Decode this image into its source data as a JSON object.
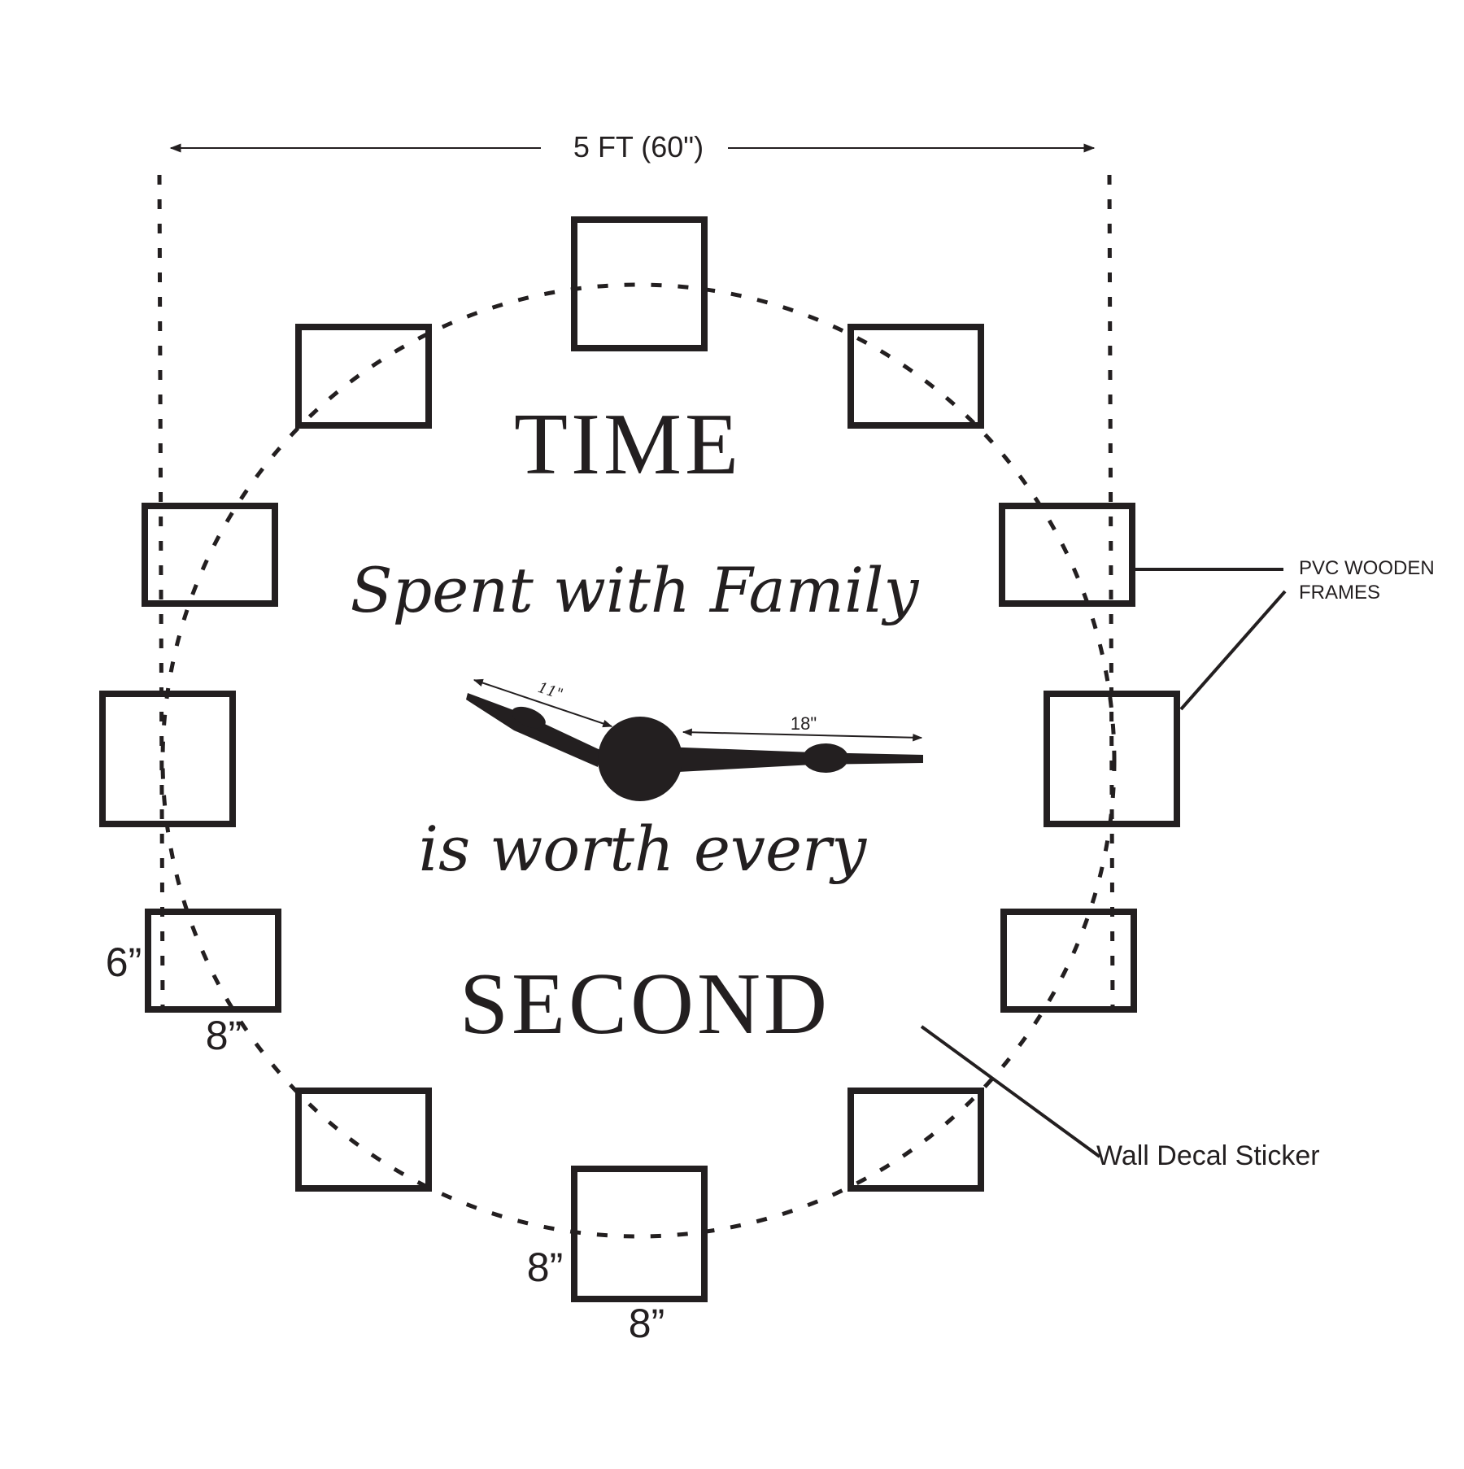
{
  "width_label": "5 FT (60\")",
  "quote": {
    "line1": "TIME",
    "line2": "Spent with Family",
    "line3": "is worth every",
    "line4": "SECOND"
  },
  "hands": {
    "short_hand_label": "11\"",
    "long_hand_label": "18\""
  },
  "frame_dimensions": {
    "side_frame_height": "6”",
    "side_frame_width": "8”",
    "bottom_frame_height": "8”",
    "bottom_frame_width": "8”"
  },
  "callouts": {
    "frames_label_line1": "PVC WOODEN",
    "frames_label_line2": "FRAMES",
    "decal_label": "Wall Decal Sticker"
  },
  "colors": {
    "ink": "#231f20",
    "background": "#ffffff"
  }
}
